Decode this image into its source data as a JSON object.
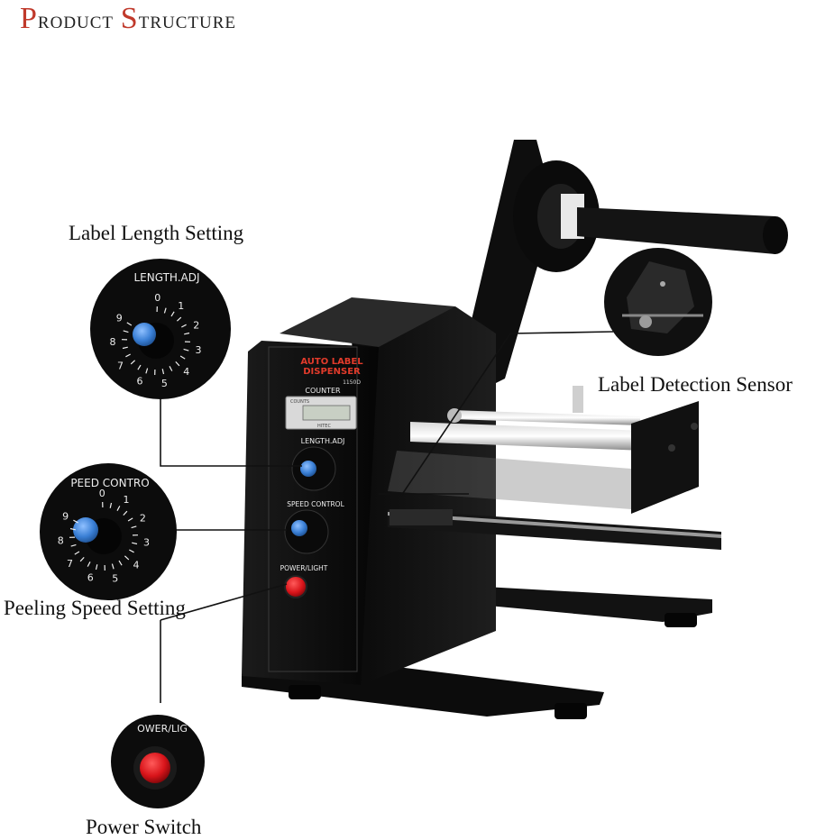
{
  "title": {
    "first_initial": "P",
    "first_rest": "roduct",
    "second_initial": "S",
    "second_rest": "tructure"
  },
  "callouts": {
    "label_length": "Label Length Setting",
    "label_sensor": "Label Detection Sensor",
    "peeling_speed": "Peeling Speed Setting",
    "power_switch": "Power Switch"
  },
  "device": {
    "brand_line1": "AUTO LABEL",
    "brand_line2": "DISPENSER",
    "model": "1150D",
    "counter_label": "COUNTER",
    "counts_label": "COUNTS",
    "counter_brand": "HITEC",
    "length_label": "LENGTH.ADJ",
    "speed_label": "SPEED CONTROL",
    "power_label": "POWER/LIGHT"
  },
  "zoom": {
    "length_label": "LENGTH.ADJ",
    "speed_label": "PEED CONTRO",
    "power_label": "OWER/LIG"
  },
  "dial_digits": [
    "0",
    "1",
    "2",
    "3",
    "4",
    "5",
    "6",
    "7",
    "8",
    "9"
  ],
  "colors": {
    "title_accent": "#c0392b",
    "knob_blue": "#3a7fd5",
    "power_red": "#d8141a",
    "body_black": "#111111"
  }
}
